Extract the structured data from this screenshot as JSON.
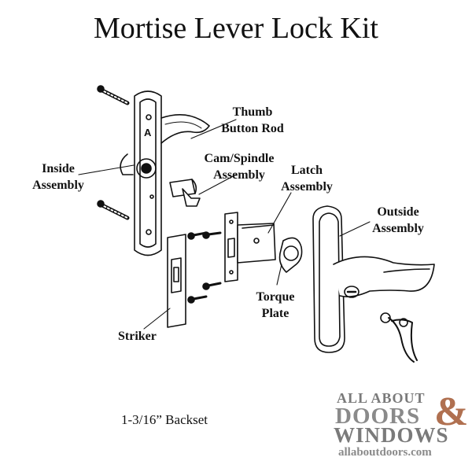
{
  "title": "Mortise Lever Lock Kit",
  "labels": {
    "thumb_button_rod": [
      "Thumb",
      "Button Rod"
    ],
    "inside_assembly": [
      "Inside",
      "Assembly"
    ],
    "cam_spindle_assembly": [
      "Cam/Spindle",
      "Assembly"
    ],
    "latch_assembly": [
      "Latch",
      "Assembly"
    ],
    "outside_assembly": [
      "Outside",
      "Assembly"
    ],
    "torque_plate": [
      "Torque",
      "Plate"
    ],
    "striker": "Striker"
  },
  "inside_plate_marking": "A",
  "footnote": "1-3/16” Backset",
  "logo": {
    "line1": "ALL ABOUT",
    "line2": "DOORS",
    "ampersand": "&",
    "line3": "WINDOWS",
    "line4": "allaboutdoors.com",
    "color": "#8a8a8a",
    "accent": "#b07050"
  }
}
